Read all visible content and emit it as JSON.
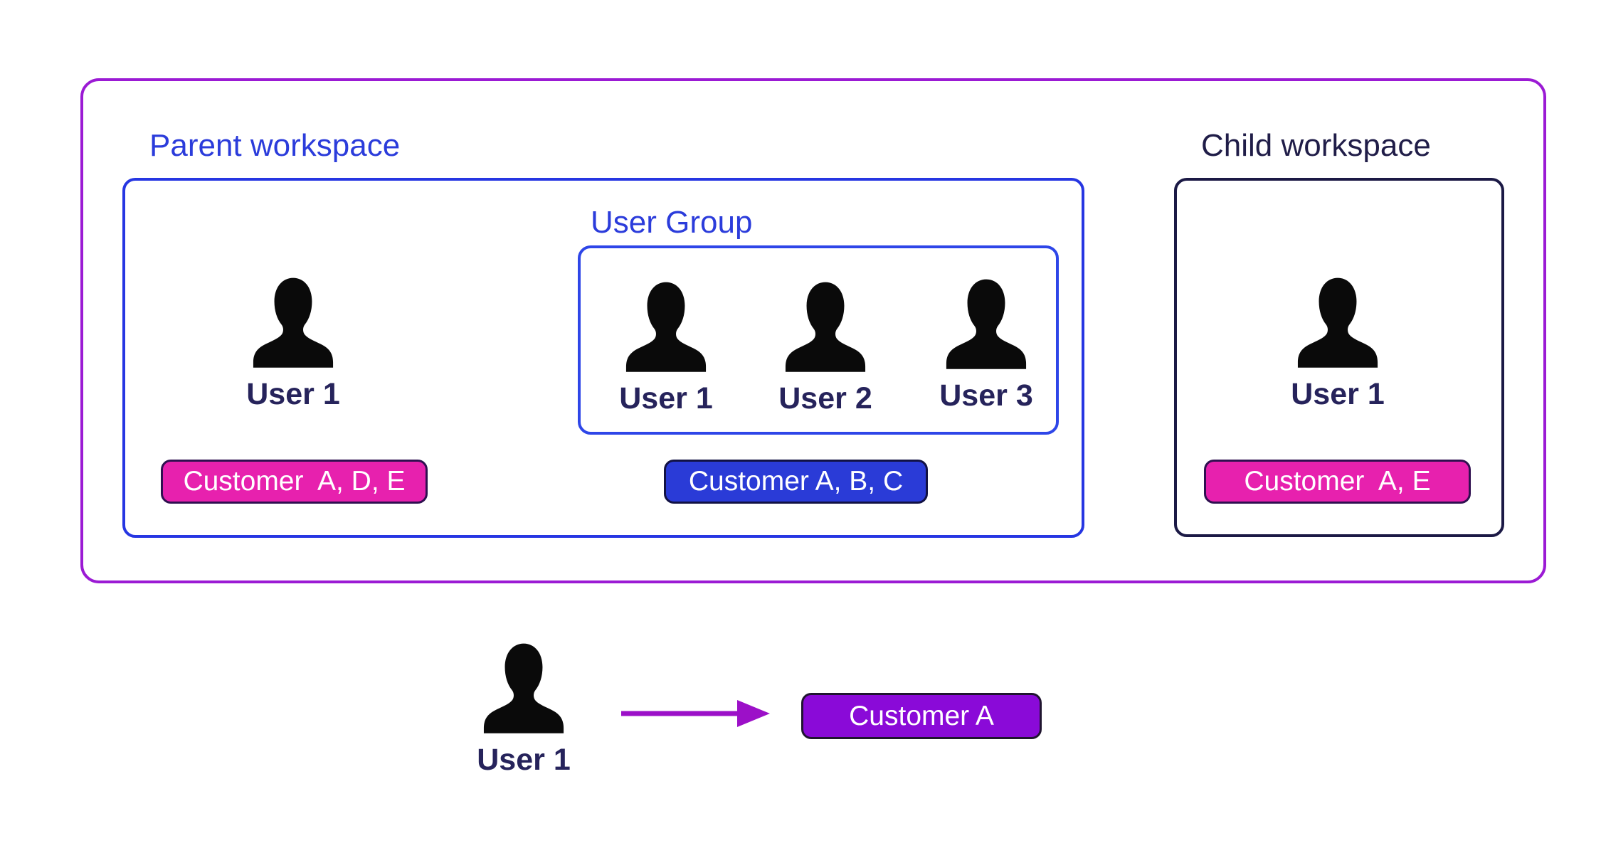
{
  "parent": {
    "label": "Parent workspace",
    "user_label": "User 1",
    "customers_badge": "Customer  A, D, E"
  },
  "user_group": {
    "label": "User Group",
    "users": [
      "User 1",
      "User 2",
      "User 3"
    ],
    "customers_badge": "Customer A, B, C"
  },
  "child": {
    "label": "Child workspace",
    "user_label": "User 1",
    "customers_badge": "Customer  A, E"
  },
  "external_user": {
    "label": "User 1",
    "customer_badge": "Customer A"
  },
  "colors": {
    "outer_border": "#9B1AD4",
    "inner_border": "#2636E2",
    "group_border": "#2E46E8",
    "child_border": "#1B1945",
    "blue_label": "#2B3CDB",
    "dark_label": "#201D48",
    "user_label": "#26235B",
    "icon_fill": "#0A0A0A",
    "pink_fill": "#E721AE",
    "pink_border": "#2F1050",
    "blue_fill": "#2A3BD7",
    "blue_border": "#121244",
    "violet_fill": "#8A0AD8",
    "violet_border": "#201530",
    "arrow": "#9C10C8",
    "badge_text": "#FFFFFF"
  }
}
